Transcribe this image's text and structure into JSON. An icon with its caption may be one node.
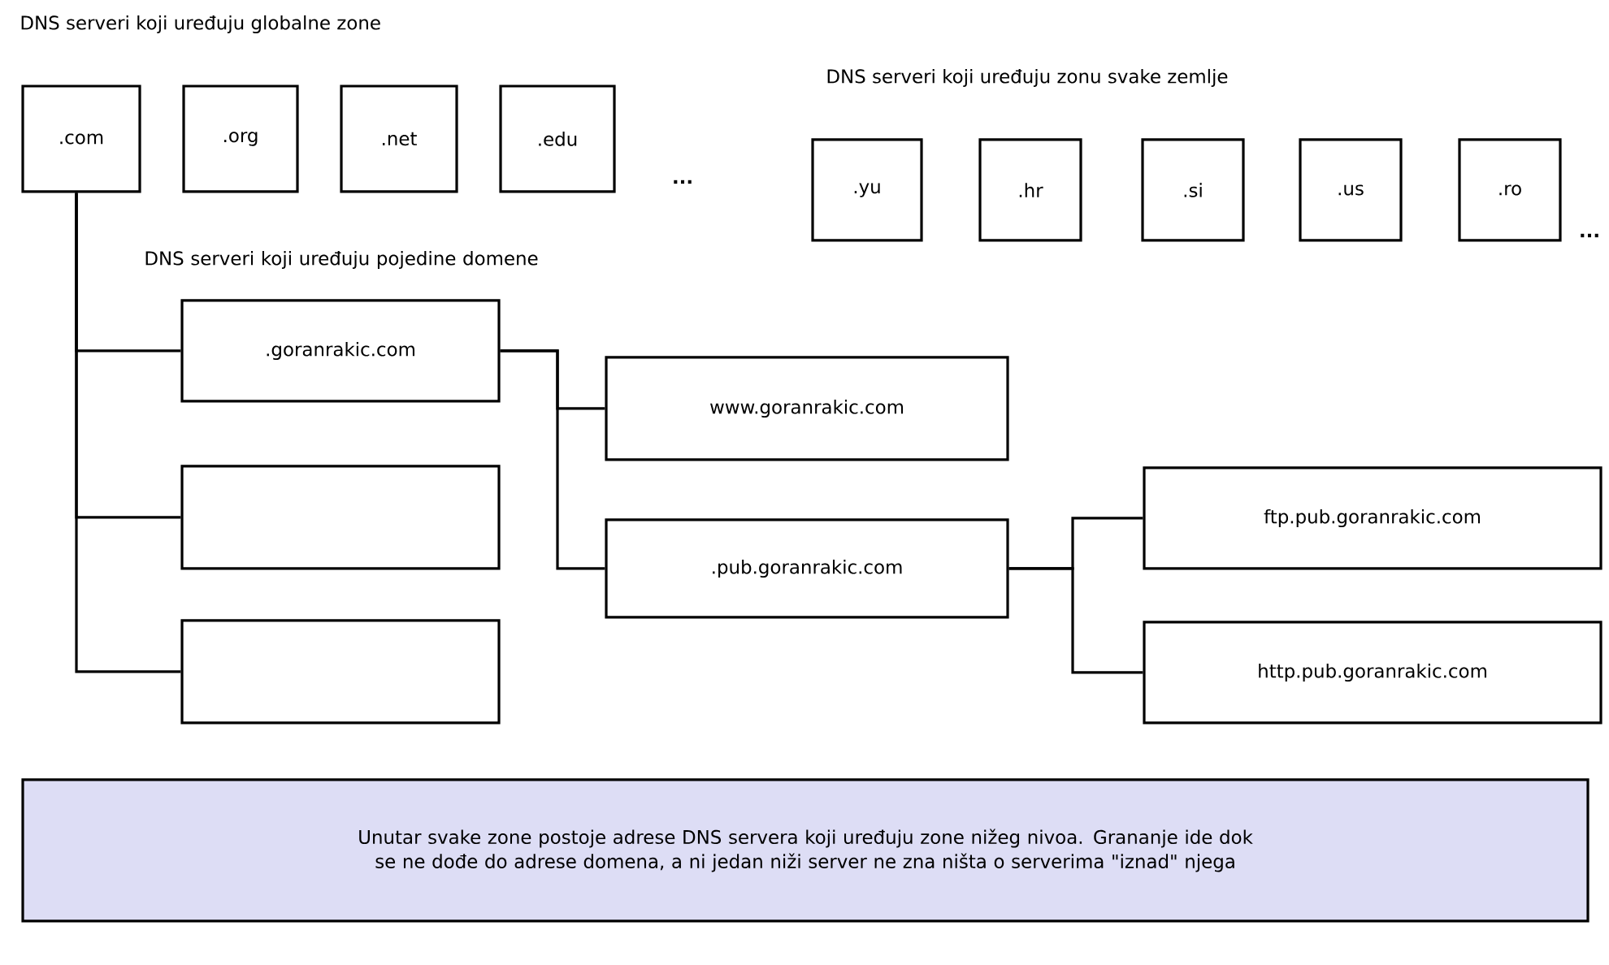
{
  "diagram": {
    "nodes": [
      {
        "text": [
          ".com"
        ]
      },
      {
        "text": [
          ".org"
        ]
      },
      {
        "text": [
          ".net"
        ]
      },
      {
        "text": [
          ".edu"
        ]
      },
      {
        "text": [
          ".yu"
        ]
      },
      {
        "text": [
          ".hr"
        ]
      },
      {
        "text": [
          ".si"
        ]
      },
      {
        "text": [
          ".us"
        ]
      },
      {
        "text": [
          ".ro"
        ]
      },
      {
        "text": [
          ".goranrakic.com"
        ]
      },
      {
        "text": [
          "www.goranrakic.com"
        ]
      },
      {
        "text": [],
        "shape": "box"
      },
      {
        "text": [
          ".pub.goranrakic.com"
        ]
      },
      {
        "text": [
          "ftp.pub.goranrakic.com"
        ]
      },
      {
        "text": [
          "http.pub.goranrakic.com"
        ]
      },
      {
        "text": [],
        "shape": "box"
      },
      {
        "text": [
          "Unutar svake zone postoje adrese DNS servera koji uređuju zone nižeg nivoa. Grananje ide dok se ne dođe do adrese domena, a ni jedan niži server ne zna ništa o serverima \"iznad\" njega"
        ]
      }
    ],
    "edges": [
      {
        "from": 0,
        "to": 9,
        "arrow": "none"
      },
      {
        "from": 0,
        "to": 11,
        "arrow": "none"
      },
      {
        "from": 0,
        "to": 15,
        "arrow": "none"
      },
      {
        "from": 9,
        "to": 10,
        "arrow": "none"
      },
      {
        "from": 9,
        "to": 12,
        "arrow": "none"
      },
      {
        "from": 12,
        "to": 13,
        "arrow": "none"
      },
      {
        "from": 12,
        "to": 14,
        "arrow": "none"
      }
    ],
    "labels": [
      "DNS serveri koji uređuju globalne zone",
      "DNS serveri koji uređuju zonu svake zemlje",
      "...",
      "DNS serveri koji uređuju pojedine domene",
      "..."
    ]
  }
}
